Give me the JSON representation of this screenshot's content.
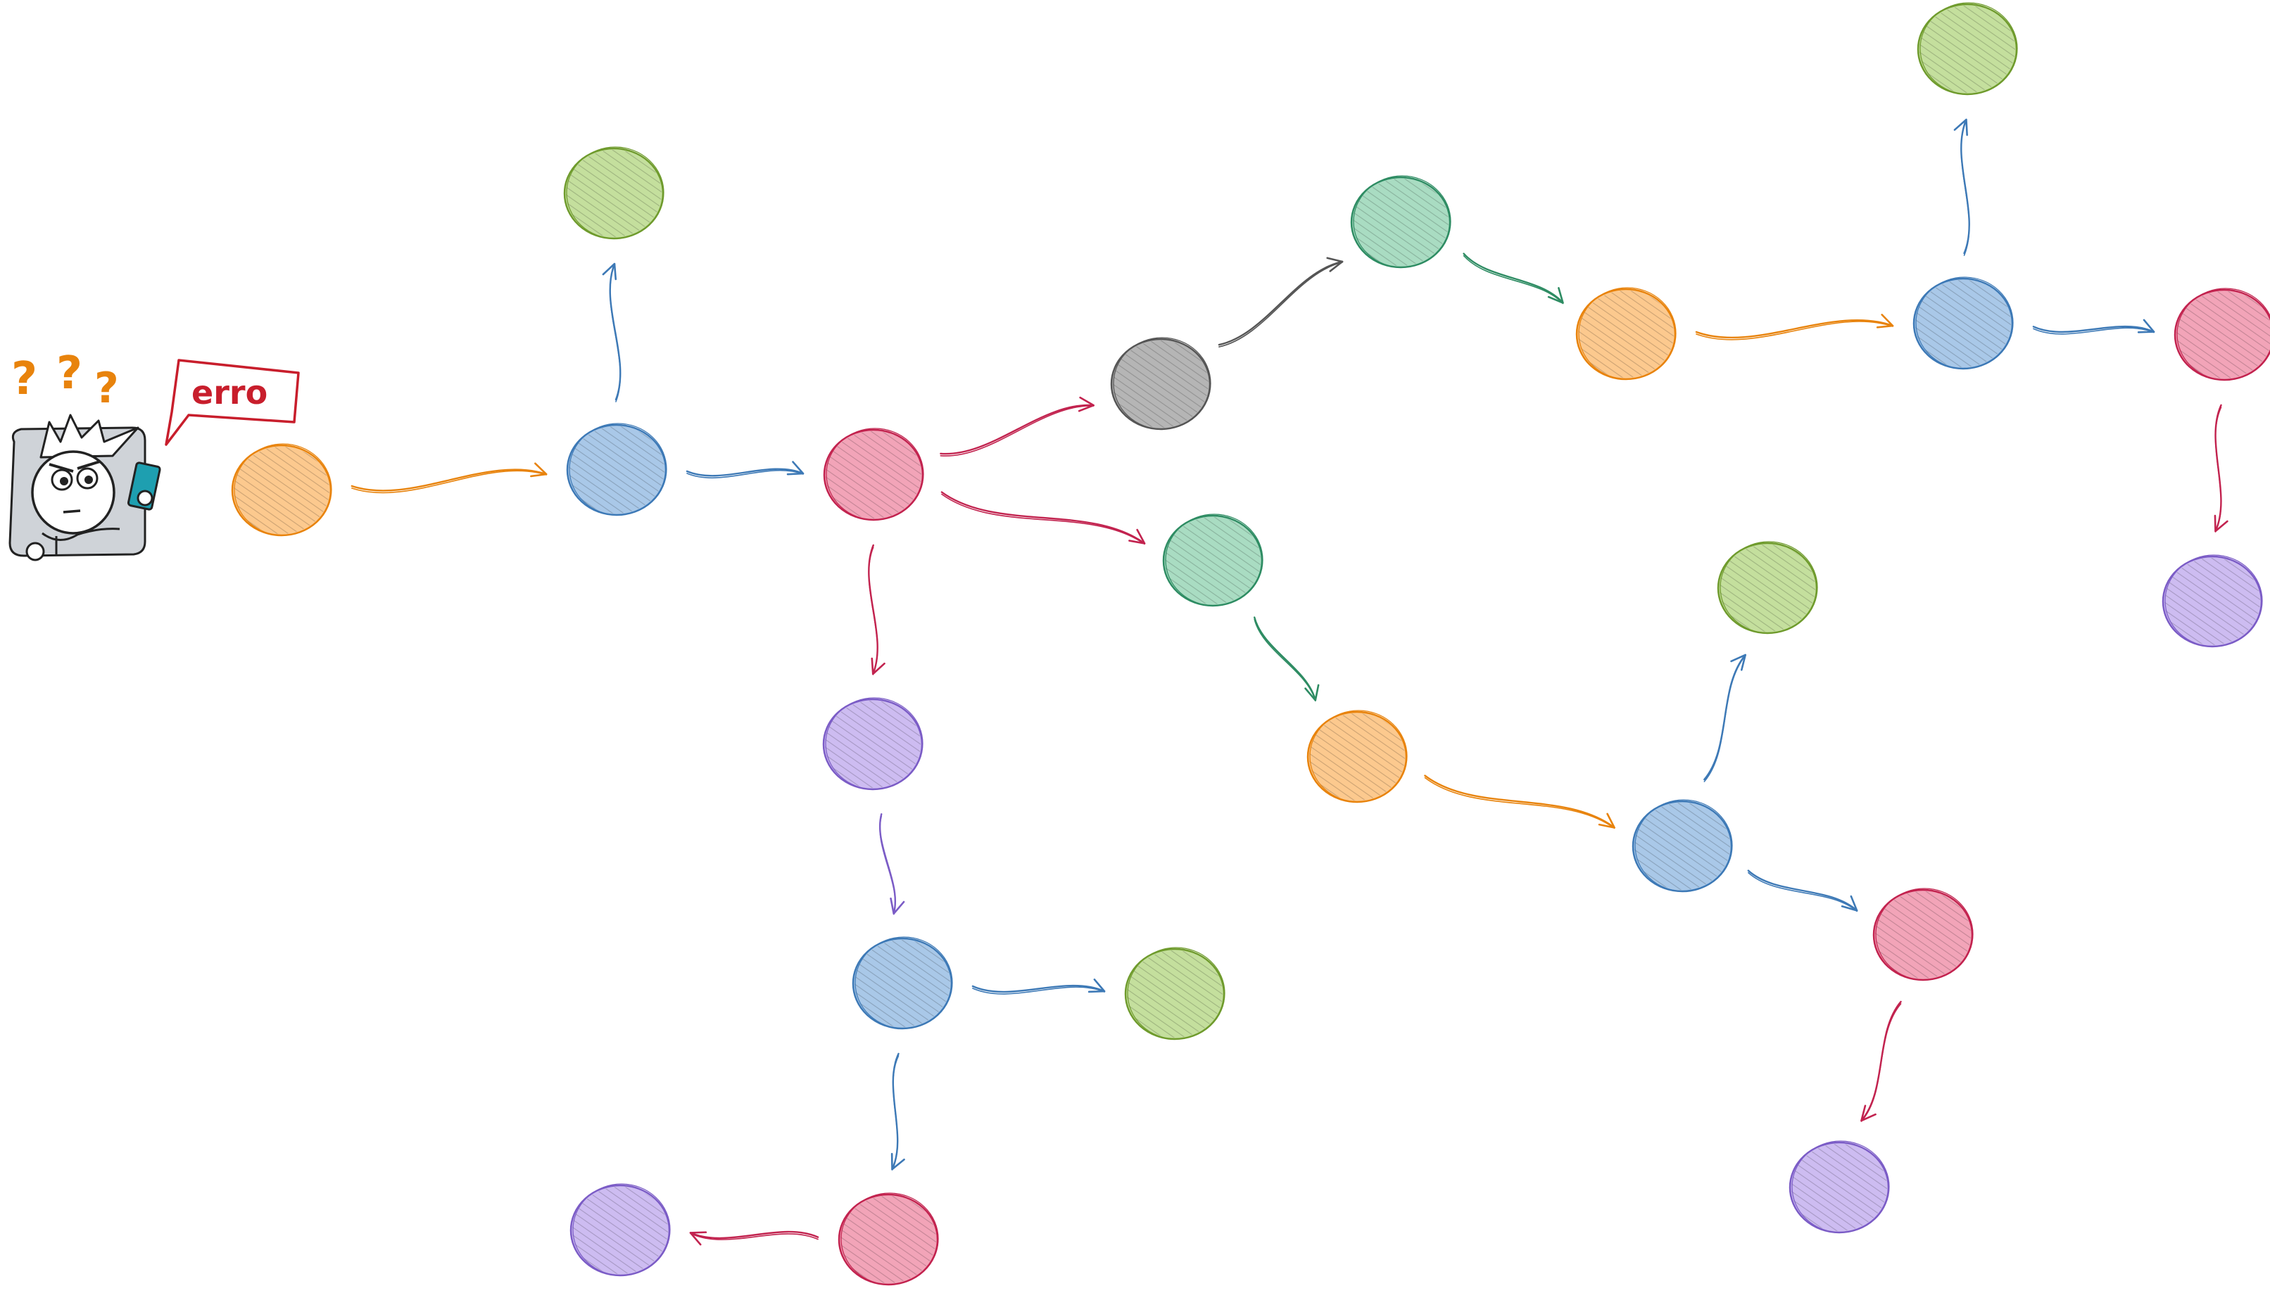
{
  "palette": {
    "orange": {
      "stroke": "#e8830c",
      "fill": "#fcc98e"
    },
    "blue": {
      "stroke": "#3d79b6",
      "fill": "#a9c8e8"
    },
    "red": {
      "stroke": "#c2234f",
      "fill": "#f2a4b8"
    },
    "green": {
      "stroke": "#6f9b2d",
      "fill": "#c4df9d"
    },
    "teal": {
      "stroke": "#2e8c63",
      "fill": "#a9dcc2"
    },
    "purple": {
      "stroke": "#7b5cc6",
      "fill": "#cdbcf1"
    },
    "gray": {
      "stroke": "#555555",
      "fill": "#b5b5b5"
    }
  },
  "character": {
    "speech_bubble_text": "erro",
    "question_marks": [
      "?",
      "?",
      "?"
    ],
    "question_color": "#e8830c",
    "bubble_color": "#c81e2c",
    "phone_color": "#1e9fb0"
  },
  "nodes": [
    {
      "id": "n1",
      "color": "orange"
    },
    {
      "id": "n2",
      "color": "blue"
    },
    {
      "id": "n3",
      "color": "green"
    },
    {
      "id": "n4",
      "color": "red"
    },
    {
      "id": "n5",
      "color": "gray"
    },
    {
      "id": "n6",
      "color": "teal"
    },
    {
      "id": "n7",
      "color": "orange"
    },
    {
      "id": "n8",
      "color": "blue"
    },
    {
      "id": "n9",
      "color": "green"
    },
    {
      "id": "n10",
      "color": "red"
    },
    {
      "id": "n11",
      "color": "purple"
    },
    {
      "id": "n12",
      "color": "teal"
    },
    {
      "id": "n13",
      "color": "orange"
    },
    {
      "id": "n14",
      "color": "blue"
    },
    {
      "id": "n15",
      "color": "green"
    },
    {
      "id": "n16",
      "color": "red"
    },
    {
      "id": "n17",
      "color": "purple"
    },
    {
      "id": "n18",
      "color": "purple"
    },
    {
      "id": "n19",
      "color": "blue"
    },
    {
      "id": "n20",
      "color": "green"
    },
    {
      "id": "n21",
      "color": "red"
    },
    {
      "id": "n22",
      "color": "purple"
    }
  ],
  "edges": [
    {
      "from": "n1",
      "to": "n2",
      "color": "orange"
    },
    {
      "from": "n2",
      "to": "n3",
      "color": "blue"
    },
    {
      "from": "n2",
      "to": "n4",
      "color": "blue"
    },
    {
      "from": "n4",
      "to": "n5",
      "color": "red"
    },
    {
      "from": "n4",
      "to": "n12",
      "color": "red"
    },
    {
      "from": "n4",
      "to": "n18",
      "color": "red"
    },
    {
      "from": "n5",
      "to": "n6",
      "color": "gray"
    },
    {
      "from": "n6",
      "to": "n7",
      "color": "teal"
    },
    {
      "from": "n7",
      "to": "n8",
      "color": "orange"
    },
    {
      "from": "n8",
      "to": "n9",
      "color": "blue"
    },
    {
      "from": "n8",
      "to": "n10",
      "color": "blue"
    },
    {
      "from": "n10",
      "to": "n11",
      "color": "red"
    },
    {
      "from": "n12",
      "to": "n13",
      "color": "teal"
    },
    {
      "from": "n13",
      "to": "n14",
      "color": "orange"
    },
    {
      "from": "n14",
      "to": "n15",
      "color": "blue"
    },
    {
      "from": "n14",
      "to": "n16",
      "color": "blue"
    },
    {
      "from": "n16",
      "to": "n17",
      "color": "red"
    },
    {
      "from": "n18",
      "to": "n19",
      "color": "purple"
    },
    {
      "from": "n19",
      "to": "n20",
      "color": "blue"
    },
    {
      "from": "n19",
      "to": "n21",
      "color": "blue"
    },
    {
      "from": "n21",
      "to": "n22",
      "color": "red"
    }
  ]
}
